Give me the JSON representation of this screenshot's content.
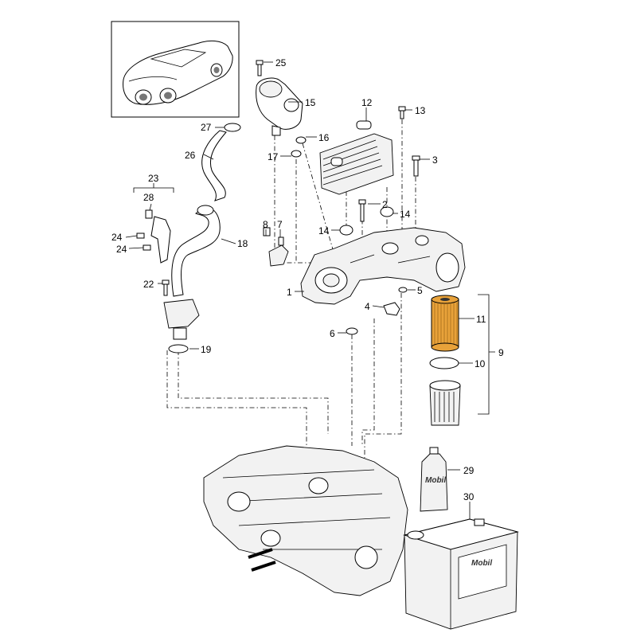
{
  "diagram": {
    "callouts": [
      {
        "id": "c1",
        "text": "1"
      },
      {
        "id": "c2",
        "text": "2"
      },
      {
        "id": "c3",
        "text": "3"
      },
      {
        "id": "c4",
        "text": "4"
      },
      {
        "id": "c5",
        "text": "5"
      },
      {
        "id": "c6",
        "text": "6"
      },
      {
        "id": "c7",
        "text": "7"
      },
      {
        "id": "c8",
        "text": "8"
      },
      {
        "id": "c9",
        "text": "9"
      },
      {
        "id": "c10",
        "text": "10"
      },
      {
        "id": "c11",
        "text": "11"
      },
      {
        "id": "c12",
        "text": "12"
      },
      {
        "id": "c13",
        "text": "13"
      },
      {
        "id": "c14a",
        "text": "14"
      },
      {
        "id": "c14b",
        "text": "14"
      },
      {
        "id": "c15",
        "text": "15"
      },
      {
        "id": "c16",
        "text": "16"
      },
      {
        "id": "c17",
        "text": "17"
      },
      {
        "id": "c18",
        "text": "18"
      },
      {
        "id": "c19",
        "text": "19"
      },
      {
        "id": "c22",
        "text": "22"
      },
      {
        "id": "c23",
        "text": "23"
      },
      {
        "id": "c24a",
        "text": "24"
      },
      {
        "id": "c24b",
        "text": "24"
      },
      {
        "id": "c25",
        "text": "25"
      },
      {
        "id": "c26",
        "text": "26"
      },
      {
        "id": "c27",
        "text": "27"
      },
      {
        "id": "c28",
        "text": "28"
      },
      {
        "id": "c29",
        "text": "29"
      },
      {
        "id": "c30",
        "text": "30"
      }
    ],
    "brand_marks": {
      "bottle": "Mobil",
      "canister": "Mobil"
    }
  }
}
